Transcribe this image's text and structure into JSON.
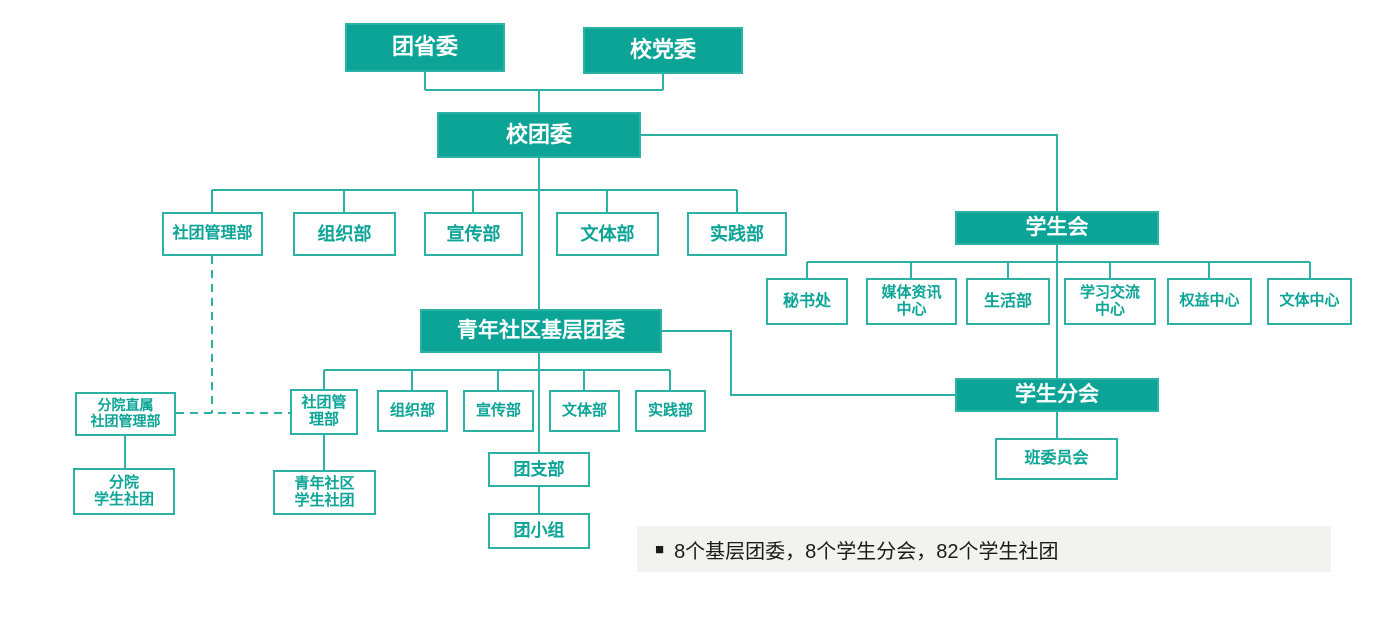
{
  "colors": {
    "box_fill": "#0CA496",
    "line": "#2BB2A4",
    "note_bg": "#F2F2F0",
    "note_text": "#1A1A1A"
  },
  "nodes": {
    "provincial_league_committee": {
      "label": "团省委"
    },
    "school_party_committee": {
      "label": "校党委"
    },
    "school_league_committee": {
      "label": "校团委"
    },
    "club_management_dept": {
      "label": "社团管理部"
    },
    "organization_dept": {
      "label": "组织部"
    },
    "publicity_dept": {
      "label": "宣传部"
    },
    "sports_arts_dept": {
      "label": "文体部"
    },
    "practice_dept": {
      "label": "实践部"
    },
    "student_union": {
      "label": "学生会"
    },
    "secretariat": {
      "label": "秘书处"
    },
    "media_info_center": {
      "label": "媒体资讯\n中心"
    },
    "life_dept": {
      "label": "生活部"
    },
    "study_exchange_center": {
      "label": "学习交流\n中心"
    },
    "rights_center": {
      "label": "权益中心"
    },
    "sports_arts_center": {
      "label": "文体中心"
    },
    "youth_community_league_committee": {
      "label": "青年社区基层团委"
    },
    "yc_club_management_dept": {
      "label": "社团管\n理部"
    },
    "yc_organization_dept": {
      "label": "组织部"
    },
    "yc_publicity_dept": {
      "label": "宣传部"
    },
    "yc_sports_arts_dept": {
      "label": "文体部"
    },
    "yc_practice_dept": {
      "label": "实践部"
    },
    "student_branch_union": {
      "label": "学生分会"
    },
    "class_committee": {
      "label": "班委员会"
    },
    "branch_campus_club_dept": {
      "label": "分院直属\n社团管理部"
    },
    "branch_campus_clubs": {
      "label": "分院\n学生社团"
    },
    "youth_community_clubs": {
      "label": "青年社区\n学生社团"
    },
    "league_branch": {
      "label": "团支部"
    },
    "league_group": {
      "label": "团小组"
    }
  },
  "note": {
    "bullet": "■",
    "text": "8个基层团委，8个学生分会，82个学生社团"
  }
}
